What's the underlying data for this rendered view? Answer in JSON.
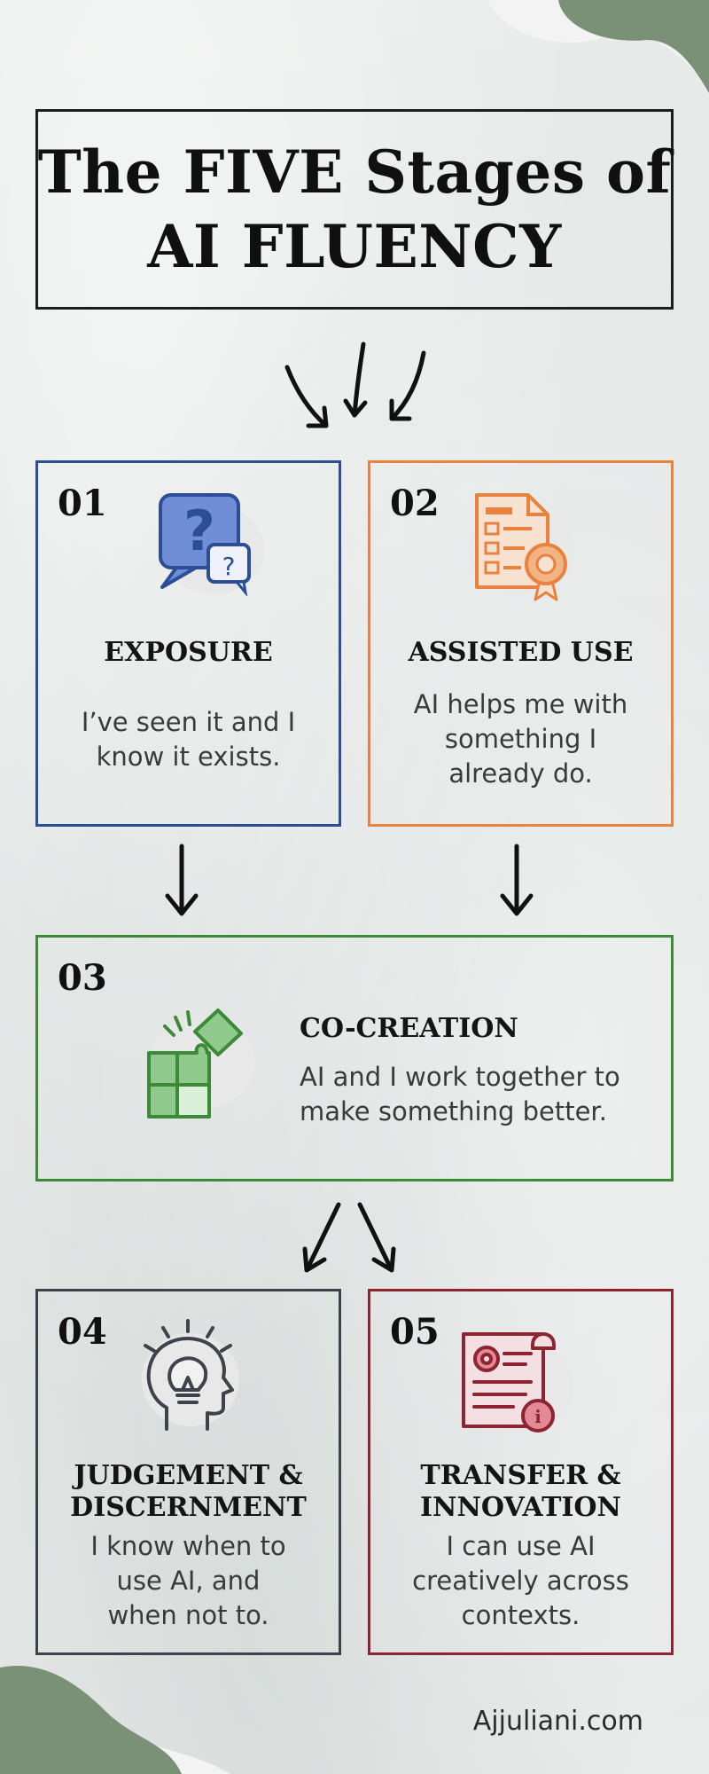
{
  "title": {
    "line1": "The FIVE Stages of",
    "line2": "AI FLUENCY"
  },
  "stages": [
    {
      "number": "01",
      "title": "EXPOSURE",
      "description": "I’ve seen it and I know it exists.",
      "icon": "question-bubble-icon",
      "color": "#2c4e97"
    },
    {
      "number": "02",
      "title": "ASSISTED USE",
      "description": "AI helps me with something I already do.",
      "icon": "certificate-document-icon",
      "color": "#e8823e"
    },
    {
      "number": "03",
      "title": "CO-CREATION",
      "description": "AI and I work together to make something better.",
      "icon": "puzzle-pieces-icon",
      "color": "#3c8a37"
    },
    {
      "number": "04",
      "title_line1": "JUDGEMENT &",
      "title_line2": "DISCERNMENT",
      "description": "I know when to use AI, and when not to.",
      "icon": "head-lightbulb-icon",
      "color": "#3d434b"
    },
    {
      "number": "05",
      "title_line1": "TRANSFER &",
      "title_line2": "INNOVATION",
      "description": "I can use AI creatively across contexts.",
      "icon": "scroll-document-icon",
      "color": "#8e2331"
    }
  ],
  "footer": {
    "site": "Ajjuliani.com"
  },
  "colors": {
    "accent_green": "#7a9178",
    "background": "#e5e8e7"
  }
}
